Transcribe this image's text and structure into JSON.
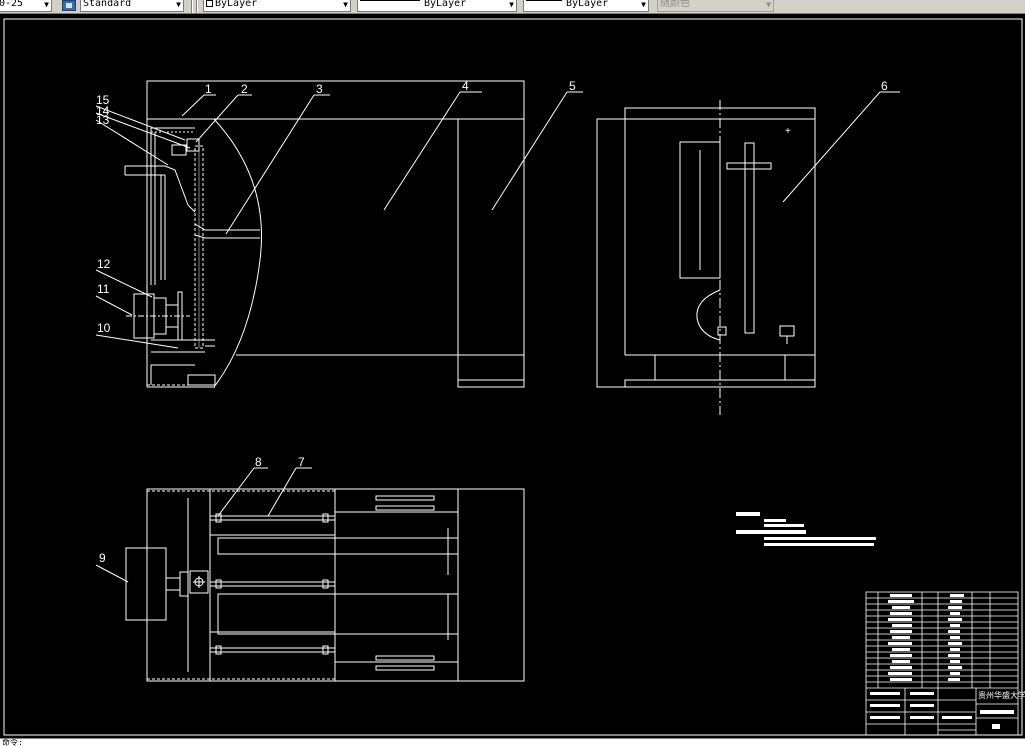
{
  "toolbar": {
    "dimstyle_value": "0-25",
    "textstyle_value": "Standard",
    "layer_value": "ByLayer",
    "linetype_value": "ByLayer",
    "lineweight_value": "ByLayer",
    "color_value": "随颜色"
  },
  "drawing": {
    "balloons": {
      "b1": "1",
      "b2": "2",
      "b3": "3",
      "b4": "4",
      "b5": "5",
      "b6": "6",
      "b7": "7",
      "b8": "8",
      "b9": "9",
      "b10": "10",
      "b11": "11",
      "b12": "12",
      "b13": "13",
      "b14": "14",
      "b15": "15"
    },
    "title_block": {
      "school_name": "贵州华盛大学"
    }
  },
  "command_line": {
    "prompt": "命令:"
  },
  "colors": {
    "canvas": "#000000",
    "lines": "#ffffff",
    "ui": "#d4d0c8"
  }
}
